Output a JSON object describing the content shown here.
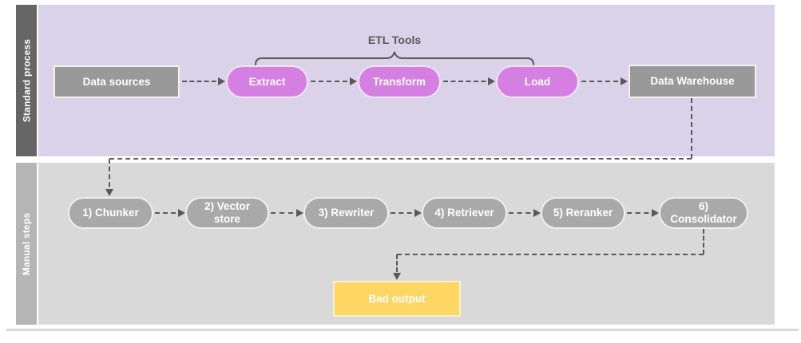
{
  "diagram": {
    "lanes": [
      {
        "label": "Standard process"
      },
      {
        "label": "Manual steps"
      }
    ],
    "standard": {
      "brace_label": "ETL Tools",
      "nodes": [
        {
          "label": "Data sources"
        },
        {
          "label": "Extract"
        },
        {
          "label": "Transform"
        },
        {
          "label": "Load"
        },
        {
          "label": "Data Warehouse"
        }
      ]
    },
    "manual": {
      "nodes": [
        {
          "label": "1) Chunker"
        },
        {
          "label": "2) Vector store"
        },
        {
          "label": "3) Rewriter"
        },
        {
          "label": "4) Retriever"
        },
        {
          "label": "5) Reranker"
        },
        {
          "label": "6) Consolidator"
        }
      ],
      "output": {
        "label": "Bad output"
      }
    },
    "colors": {
      "lane_standard_bg": "#d9d2e9",
      "lane_standard_label_bg": "#666666",
      "lane_manual_bg": "#d9d9d9",
      "lane_manual_label_bg": "#b5b5b5",
      "etl_node_fill": "#d57fe2",
      "gray_node_fill": "#999999",
      "manual_node_fill": "#a9a9a9",
      "bad_output_fill": "#fdd663",
      "connector_color": "#595959",
      "node_text_color": "#ffffff"
    }
  }
}
